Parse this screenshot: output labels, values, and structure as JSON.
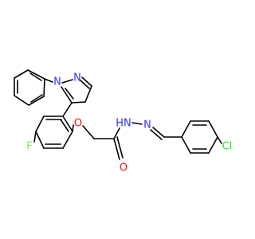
{
  "molecule": {
    "colors": {
      "bond": "#000000",
      "N": "#3333ff",
      "O": "#ff0d0d",
      "F": "#90e050",
      "Cl": "#1ff01f",
      "H": "#3333ff"
    },
    "atom_labels": [
      {
        "id": "N1",
        "text": "N",
        "element": "N"
      },
      {
        "id": "N2",
        "text": "N",
        "element": "N"
      },
      {
        "id": "O1",
        "text": "O",
        "element": "O"
      },
      {
        "id": "O2",
        "text": "O",
        "element": "O"
      },
      {
        "id": "F1",
        "text": "F",
        "element": "F"
      },
      {
        "id": "Cl1",
        "text": "Cl",
        "element": "Cl"
      },
      {
        "id": "NH1",
        "text": "HN",
        "element": "N"
      },
      {
        "id": "N4",
        "text": "N",
        "element": "N"
      }
    ]
  }
}
